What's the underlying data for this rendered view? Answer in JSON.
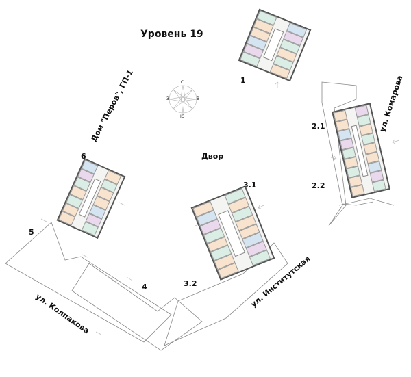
{
  "title": "Уровень 19",
  "courtyard": "Двор",
  "compass": {
    "north": "С",
    "west": "З",
    "east": "В",
    "south": "Ю"
  },
  "building_labels": {
    "b1": "1",
    "b21": "2.1",
    "b22": "2.2",
    "b31": "3.1",
    "b32": "3.2",
    "b4": "4",
    "b5": "5",
    "b6": "6"
  },
  "neighbor_building": "Дом \"Перов\", ГП-1",
  "streets": {
    "komarova": "ул. Комарова",
    "institutskaya": "ул. Институтская",
    "kolpakova": "ул. Колпакова"
  },
  "colors": {
    "green": "#dbeee6",
    "peach": "#f8e3cf",
    "blue": "#d5e4f1",
    "violet": "#ead9ec",
    "outline": "#555555"
  }
}
